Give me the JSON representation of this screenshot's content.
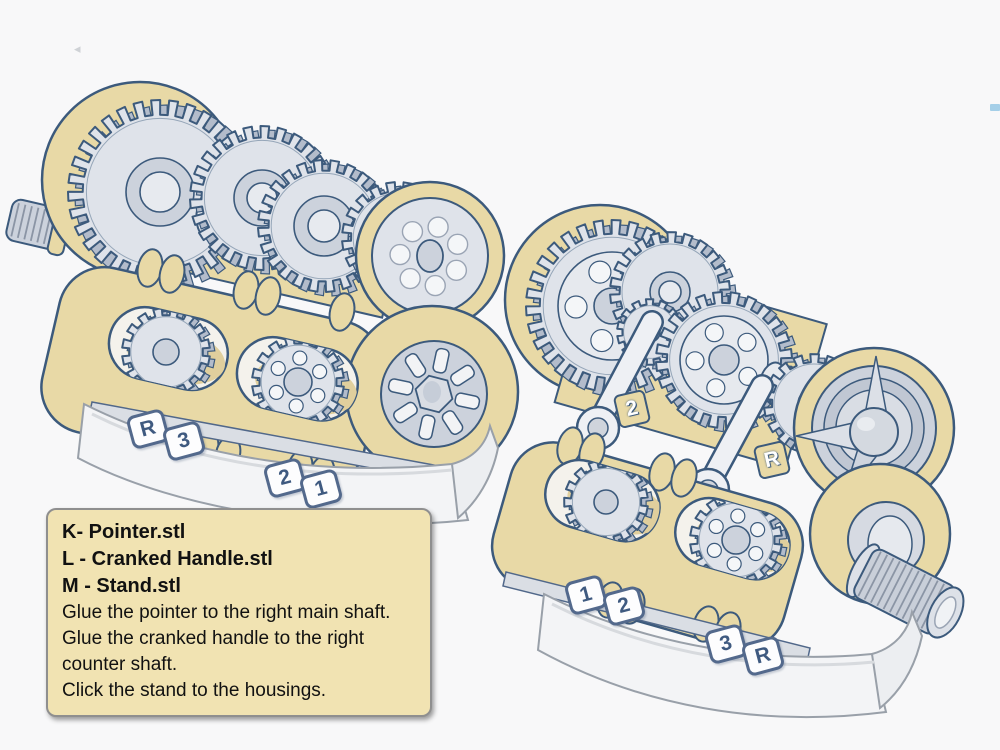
{
  "app": {
    "background": "#f8f8f9"
  },
  "colors": {
    "bg": "#f8f8f9",
    "line": "#3c5a7c",
    "tan": "#e8d9a6",
    "tan_dark": "#d7c28c",
    "tan_pocket": "#e0cf9d",
    "gear": "#dfe3ea",
    "gear_mid": "#ccd2dc",
    "gear_light": "#e7eaef",
    "gear_inner": "#e6e9ee",
    "gear_shadow": "#b3bccb",
    "white": "#f4f6f8",
    "stand": "#f3f4f6",
    "stand_edge": "#99a0a9",
    "rail": "#dadee4",
    "plaque_text": "#3f5a80",
    "note_bg": "#f1e3b2",
    "note_border": "#8f8f8f",
    "note_text": "#111111",
    "artifact_blue": "#90c4e4"
  },
  "note_box": {
    "bold_lines": [
      "K- Pointer.stl",
      "L - Cranked Handle.stl",
      "M - Stand.stl"
    ],
    "lines": [
      "Glue the pointer to the right main shaft.",
      "Glue the cranked handle to the right counter shaft.",
      "Click the stand to the housings."
    ]
  },
  "left_assembly": {
    "stand_labels": [
      "R",
      "3",
      "2",
      "1"
    ]
  },
  "right_assembly": {
    "plate_labels": [
      "2",
      "R"
    ],
    "stand_labels": [
      "1",
      "2",
      "3",
      "R"
    ]
  }
}
